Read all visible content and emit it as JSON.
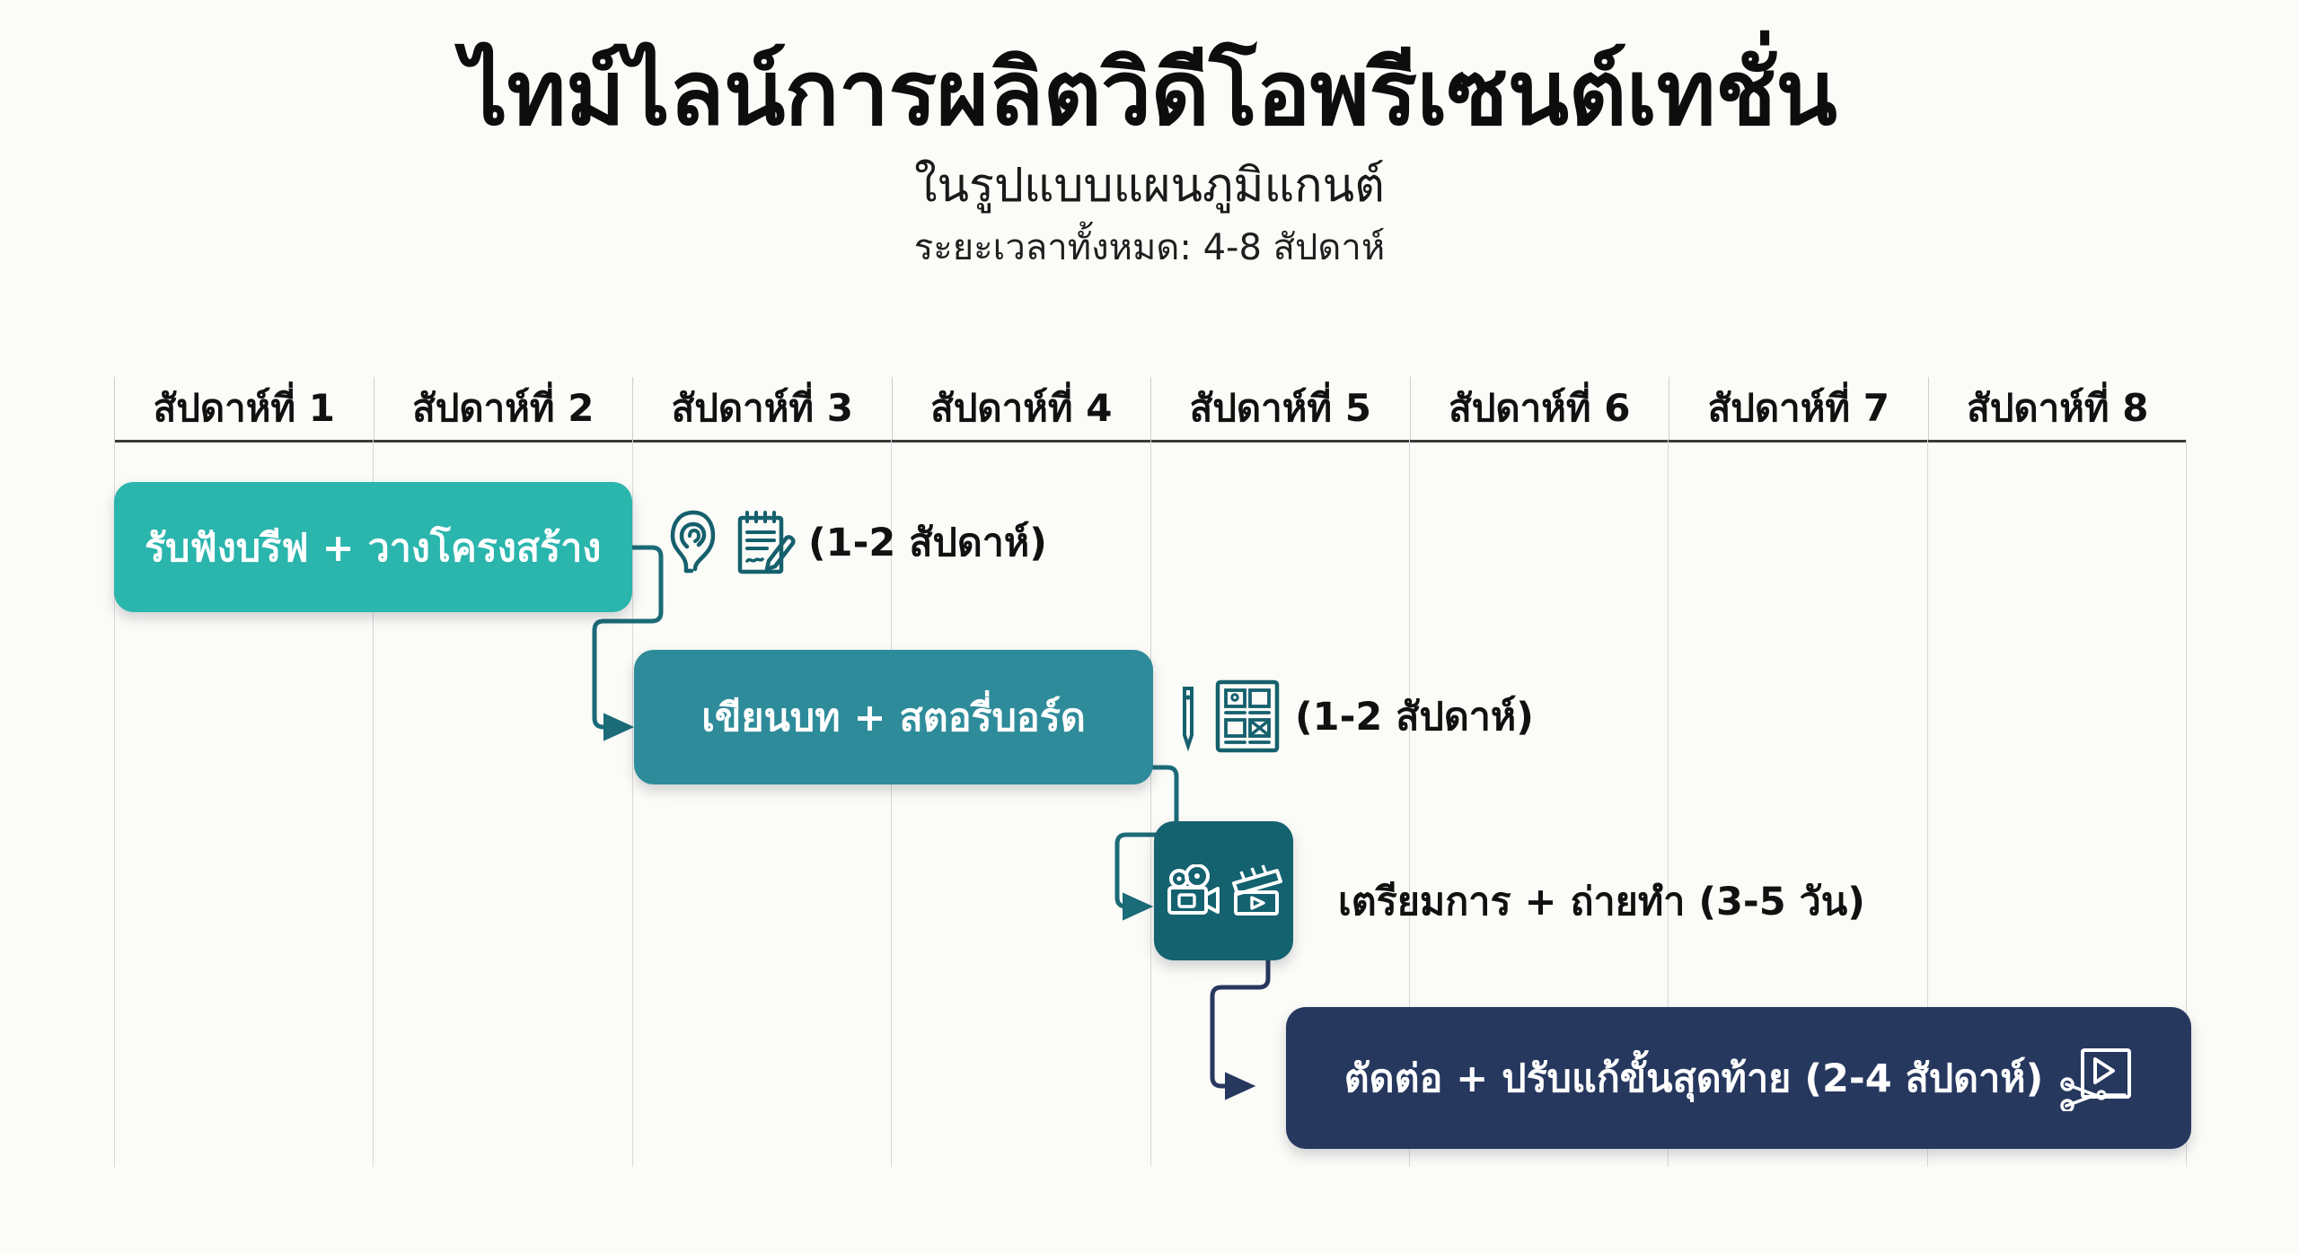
{
  "header": {
    "title": "ไทม์ไลน์การผลิตวิดีโอพรีเซนต์เทชั่น",
    "subtitle": "ในรูปแบบแผนภูมิแกนต์",
    "duration_note": "ระยะเวลาทั้งหมด: 4-8 สัปดาห์"
  },
  "colors": {
    "task1": "#2ab5ad",
    "task2": "#2e8b9a",
    "task3": "#14616f",
    "task4": "#27385f",
    "connector": "#1b6b78",
    "background": "#fbfbf8",
    "grid_line": "#d8d8d8",
    "header_rule": "#3a3a3a",
    "text": "#111111"
  },
  "chart_data": {
    "type": "bar",
    "title": "ไทม์ไลน์การผลิตวิดีโอพรีเซนต์เทชั่น",
    "xlabel": "",
    "ylabel": "",
    "categories": [
      "สัปดาห์ที่ 1",
      "สัปดาห์ที่ 2",
      "สัปดาห์ที่ 3",
      "สัปดาห์ที่ 4",
      "สัปดาห์ที่ 5",
      "สัปดาห์ที่ 6",
      "สัปดาห์ที่ 7",
      "สัปดาห์ที่ 8"
    ],
    "xlim": [
      1,
      9
    ],
    "grid": true,
    "legend": "none",
    "tasks": [
      {
        "label": "รับฟังบรีฟ + วางโครงสร้าง",
        "duration_text": "(1-2 สัปดาห์)",
        "start_week": 1,
        "end_week": 3,
        "span_weeks": 2,
        "color": "#2ab5ad",
        "icons": [
          "ear-icon",
          "notepad-pencil-icon"
        ],
        "label_inside": true
      },
      {
        "label": "เขียนบท + สตอรี่บอร์ด",
        "duration_text": "(1-2 สัปดาห์)",
        "start_week": 3,
        "end_week": 5,
        "span_weeks": 2,
        "color": "#2e8b9a",
        "icons": [
          "pen-icon",
          "storyboard-icon"
        ],
        "label_inside": true
      },
      {
        "label": "เตรียมการ + ถ่ายทำ (3-5 วัน)",
        "duration_text": "(3-5 วัน)",
        "start_week": 5,
        "end_week": 5.35,
        "span_weeks": 0.35,
        "color": "#14616f",
        "icons": [
          "video-camera-icon",
          "clapperboard-icon"
        ],
        "label_inside": false
      },
      {
        "label": "ตัดต่อ + ปรับแก้ขั้นสุดท้าย (2-4 สัปดาห์)",
        "duration_text": "(2-4 สัปดาห์)",
        "start_week": 5.6,
        "end_week": 9,
        "span_weeks": 3.4,
        "color": "#27385f",
        "icons": [
          "video-scissors-icon"
        ],
        "label_inside": true
      }
    ]
  },
  "tasks": [
    {
      "label": "รับฟังบรีฟ + วางโครงสร้าง",
      "duration_text": "(1-2 สัปดาห์)"
    },
    {
      "label": "เขียนบท + สตอรี่บอร์ด",
      "duration_text": "(1-2 สัปดาห์)"
    },
    {
      "label": "เตรียมการ + ถ่ายทำ (3-5 วัน)",
      "duration_text": "(3-5 วัน)"
    },
    {
      "label": "ตัดต่อ + ปรับแก้ขั้นสุดท้าย (2-4 สัปดาห์)",
      "duration_text": "(2-4 สัปดาห์)"
    }
  ],
  "weeks": [
    "สัปดาห์ที่ 1",
    "สัปดาห์ที่ 2",
    "สัปดาห์ที่ 3",
    "สัปดาห์ที่ 4",
    "สัปดาห์ที่ 5",
    "สัปดาห์ที่ 6",
    "สัปดาห์ที่ 7",
    "สัปดาห์ที่ 8"
  ]
}
